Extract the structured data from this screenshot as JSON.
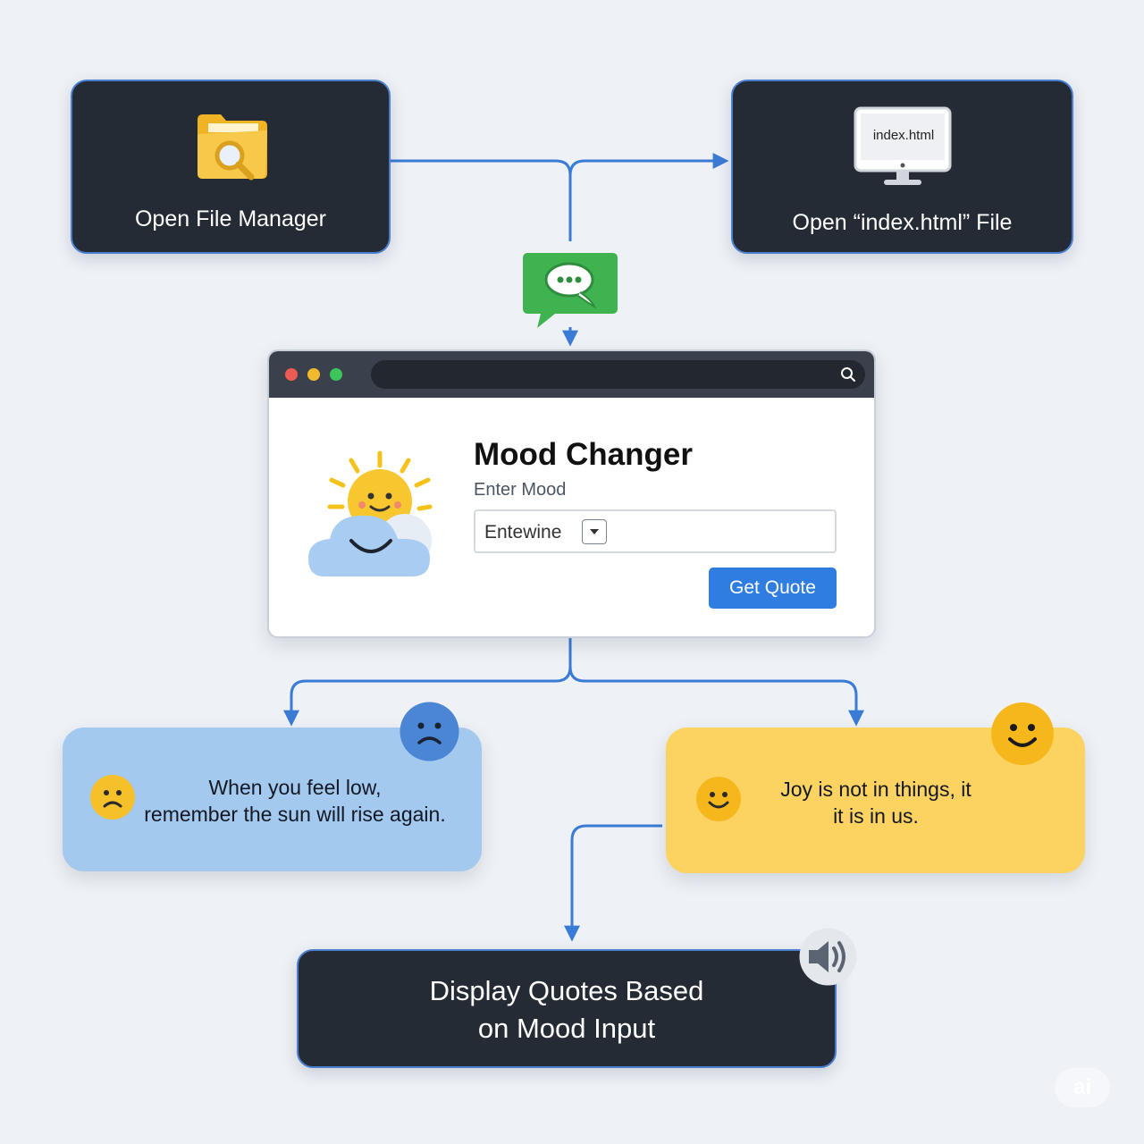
{
  "colors": {
    "background": "#eef2f7",
    "box_dark": "#252b35",
    "connector": "#3a7bd5",
    "sad_card": "#a4c9ef",
    "happy_card": "#fcd361",
    "button": "#2f7de1"
  },
  "nodes": {
    "open_file_manager": {
      "label": "Open File Manager",
      "icon": "folder-search-icon"
    },
    "open_index": {
      "label": "Open “index.html” File",
      "icon": "monitor-icon",
      "screen_text": "index.html"
    },
    "chat": {
      "icon": "chat-bubbles-icon"
    },
    "display": {
      "label_line1": "Display Quotes Based",
      "label_line2": "on Mood Input",
      "icon": "speaker-icon"
    }
  },
  "app": {
    "title": "Mood Changer",
    "mood_label": "Enter Mood",
    "select_value": "Entewine",
    "button_label": "Get Quote",
    "illustration": "sun-cloud-icon"
  },
  "quotes": {
    "sad": {
      "line1": "When you feel low,",
      "line2": "remember the sun will rise again.",
      "icon": "sad-face-icon"
    },
    "happy": {
      "line1": "Joy is not in things, it",
      "line2": "it is in us.",
      "icon": "happy-face-icon"
    }
  },
  "watermark": "ai"
}
